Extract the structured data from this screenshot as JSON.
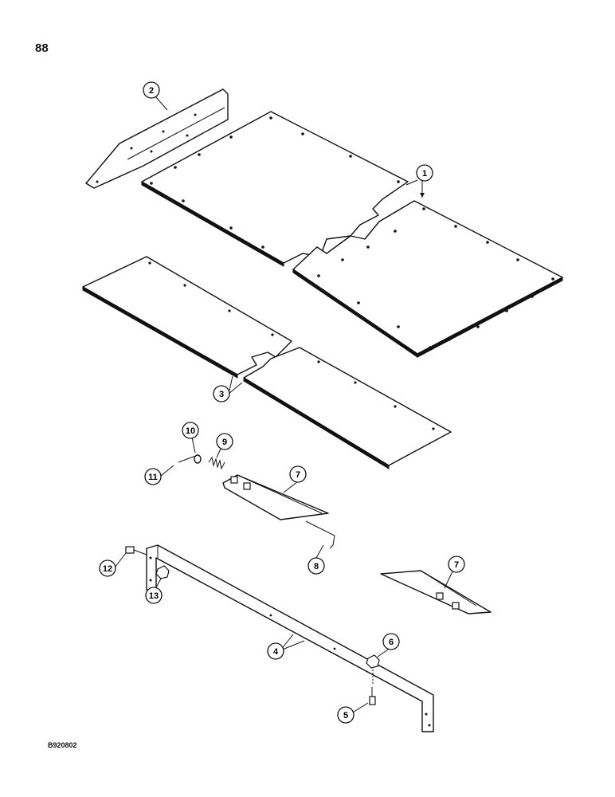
{
  "page": {
    "number": "88",
    "figure_code": "B920802"
  },
  "callouts": {
    "c1": "1",
    "c2": "2",
    "c3": "3",
    "c4": "4",
    "c5": "5",
    "c6": "6",
    "c7a": "7",
    "c7b": "7",
    "c8": "8",
    "c9": "9",
    "c10": "10",
    "c11": "11",
    "c12": "12",
    "c13": "13"
  }
}
